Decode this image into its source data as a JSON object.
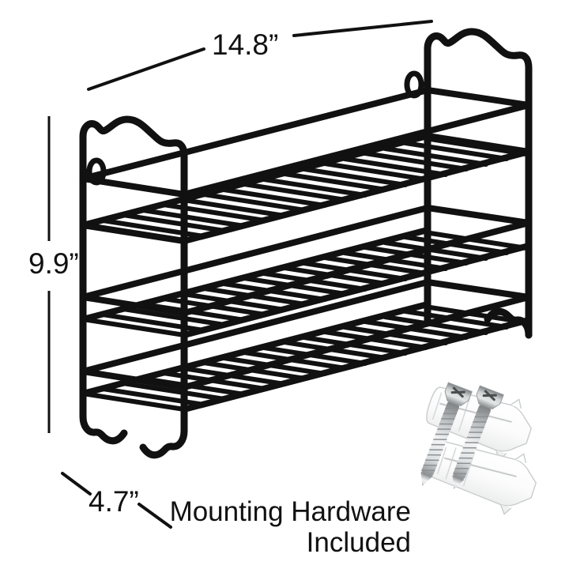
{
  "product": {
    "name": "3-tier wall-mounted wire spice rack",
    "finish_color": "#111111",
    "background_color": "#ffffff"
  },
  "dimensions": {
    "width": {
      "value": "14.8”",
      "axis": "width",
      "position": "top"
    },
    "height": {
      "value": "9.9”",
      "axis": "height",
      "position": "left"
    },
    "depth": {
      "value": "4.7”",
      "axis": "depth",
      "position": "bottom-left"
    }
  },
  "hardware": {
    "caption_line1": "Mounting Hardware",
    "caption_line2": "Included",
    "items": [
      {
        "name": "wall-anchor",
        "count": 2,
        "color": "#fdfdfd"
      },
      {
        "name": "phillips-screw",
        "count": 2,
        "color": "#b9bcbd"
      }
    ]
  },
  "rack": {
    "tiers": 3,
    "rungs_per_tier": 17,
    "keyhole_hangers": 2
  }
}
